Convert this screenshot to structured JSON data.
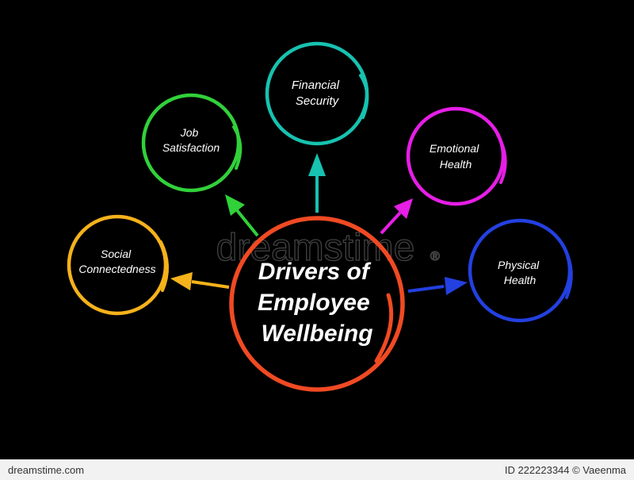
{
  "diagram": {
    "center": {
      "lines": [
        "Drivers of",
        "Employee",
        "Wellbeing"
      ],
      "color": "#f04a23"
    },
    "nodes": [
      {
        "id": "financial-security",
        "lines": [
          "Financial",
          "Security"
        ],
        "color": "#17c2b0"
      },
      {
        "id": "job-satisfaction",
        "lines": [
          "Job",
          "Satisfaction"
        ],
        "color": "#31d13a"
      },
      {
        "id": "emotional-health",
        "lines": [
          "Emotional",
          "Health"
        ],
        "color": "#e61ee6"
      },
      {
        "id": "social-connectedness",
        "lines": [
          "Social",
          "Connectedness"
        ],
        "color": "#f5b21b"
      },
      {
        "id": "physical-health",
        "lines": [
          "Physical",
          "Health"
        ],
        "color": "#2340e0"
      }
    ]
  },
  "watermark": {
    "brand": "dreamstime",
    "registered": "®"
  },
  "footer": {
    "left": "dreamstime.com",
    "right": "ID 222223344 © Vaeenma"
  }
}
